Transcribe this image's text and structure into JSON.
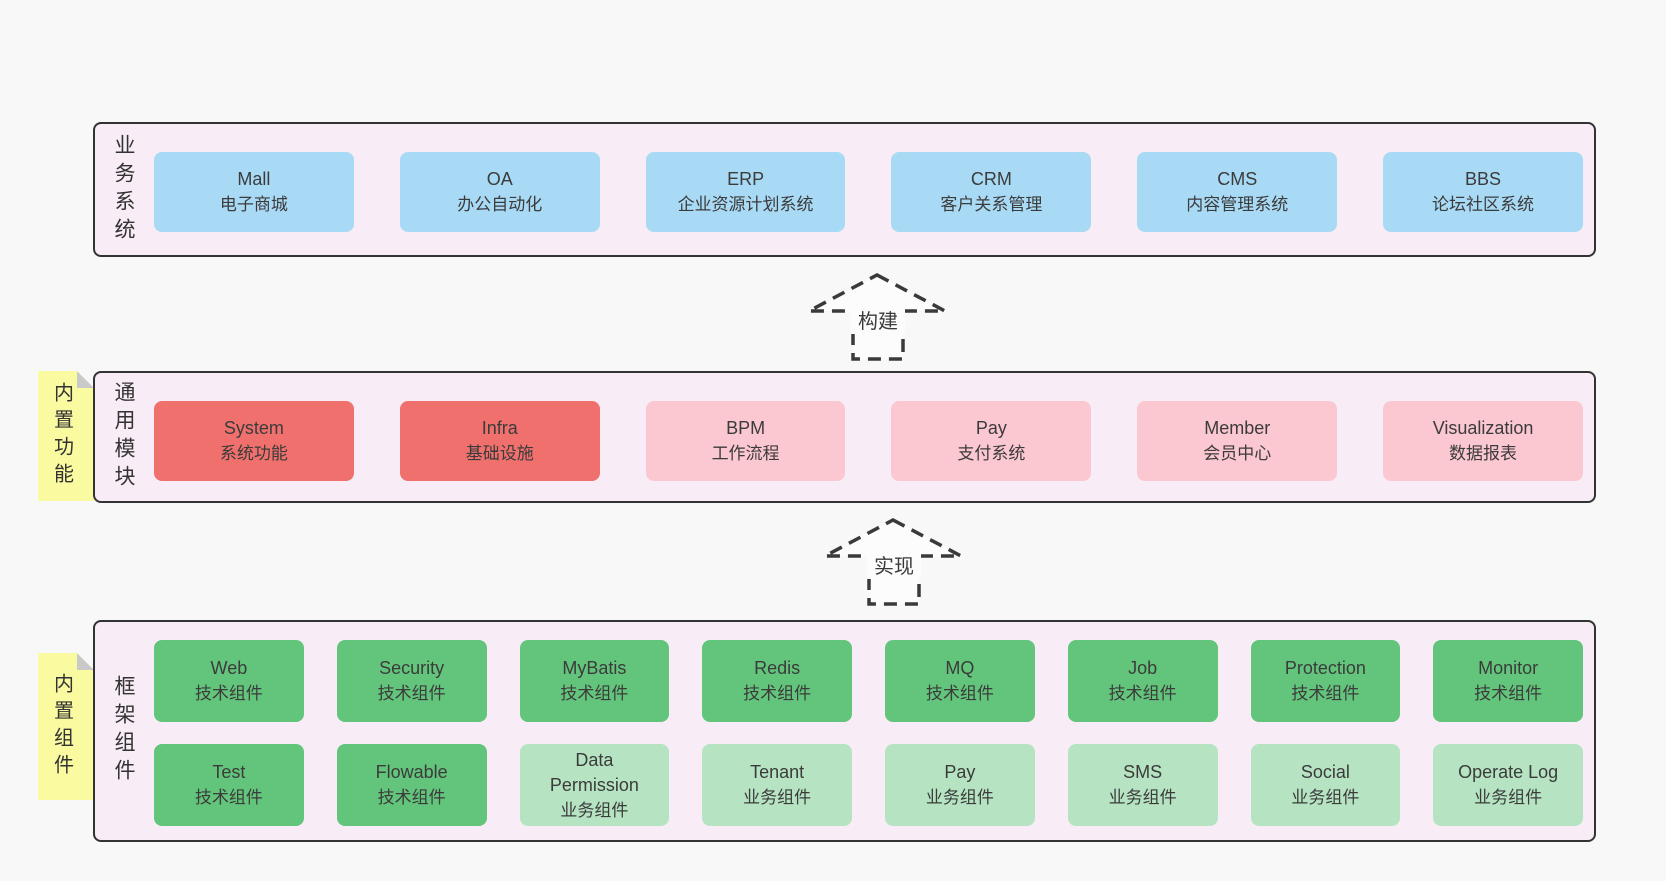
{
  "diagram": {
    "layers": {
      "business": {
        "label": "业务系统",
        "boxes": [
          {
            "name": "Mall",
            "desc": "电子商城"
          },
          {
            "name": "OA",
            "desc": "办公自动化"
          },
          {
            "name": "ERP",
            "desc": "企业资源计划系统"
          },
          {
            "name": "CRM",
            "desc": "客户关系管理"
          },
          {
            "name": "CMS",
            "desc": "内容管理系统"
          },
          {
            "name": "BBS",
            "desc": "论坛社区系统"
          }
        ]
      },
      "modules": {
        "label": "通用模块",
        "sticky": "内置功能",
        "boxes": [
          {
            "name": "System",
            "desc": "系统功能",
            "variant": "red"
          },
          {
            "name": "Infra",
            "desc": "基础设施",
            "variant": "red"
          },
          {
            "name": "BPM",
            "desc": "工作流程",
            "variant": "pink"
          },
          {
            "name": "Pay",
            "desc": "支付系统",
            "variant": "pink"
          },
          {
            "name": "Member",
            "desc": "会员中心",
            "variant": "pink"
          },
          {
            "name": "Visualization",
            "desc": "数据报表",
            "variant": "pink"
          }
        ]
      },
      "framework": {
        "label": "框架组件",
        "sticky": "内置组件",
        "row1": [
          {
            "name": "Web",
            "desc": "技术组件",
            "variant": "green"
          },
          {
            "name": "Security",
            "desc": "技术组件",
            "variant": "green"
          },
          {
            "name": "MyBatis",
            "desc": "技术组件",
            "variant": "green"
          },
          {
            "name": "Redis",
            "desc": "技术组件",
            "variant": "green"
          },
          {
            "name": "MQ",
            "desc": "技术组件",
            "variant": "green"
          },
          {
            "name": "Job",
            "desc": "技术组件",
            "variant": "green"
          },
          {
            "name": "Protection",
            "desc": "技术组件",
            "variant": "green"
          },
          {
            "name": "Monitor",
            "desc": "技术组件",
            "variant": "green"
          }
        ],
        "row2": [
          {
            "name": "Test",
            "desc": "技术组件",
            "variant": "green"
          },
          {
            "name": "Flowable",
            "desc": "技术组件",
            "variant": "green"
          },
          {
            "name": "Data Permission",
            "desc": "业务组件",
            "variant": "lightgreen"
          },
          {
            "name": "Tenant",
            "desc": "业务组件",
            "variant": "lightgreen"
          },
          {
            "name": "Pay",
            "desc": "业务组件",
            "variant": "lightgreen"
          },
          {
            "name": "SMS",
            "desc": "业务组件",
            "variant": "lightgreen"
          },
          {
            "name": "Social",
            "desc": "业务组件",
            "variant": "lightgreen"
          },
          {
            "name": "Operate Log",
            "desc": "业务组件",
            "variant": "lightgreen"
          }
        ]
      }
    },
    "arrows": [
      {
        "label": "构建"
      },
      {
        "label": "实现"
      }
    ],
    "colors": {
      "background": "#f8f8f8",
      "panel_bg": "#f8edf6",
      "panel_border": "#333333",
      "blue_box": "#a9daf5",
      "red_box": "#f0706d",
      "pink_box": "#fbc7d1",
      "green_box": "#63c57c",
      "light_green_box": "#b6e4c2",
      "sticky_note": "#fafaa0",
      "sticky_fold": "#c9c9c9",
      "text": "#3b3b3b"
    }
  }
}
